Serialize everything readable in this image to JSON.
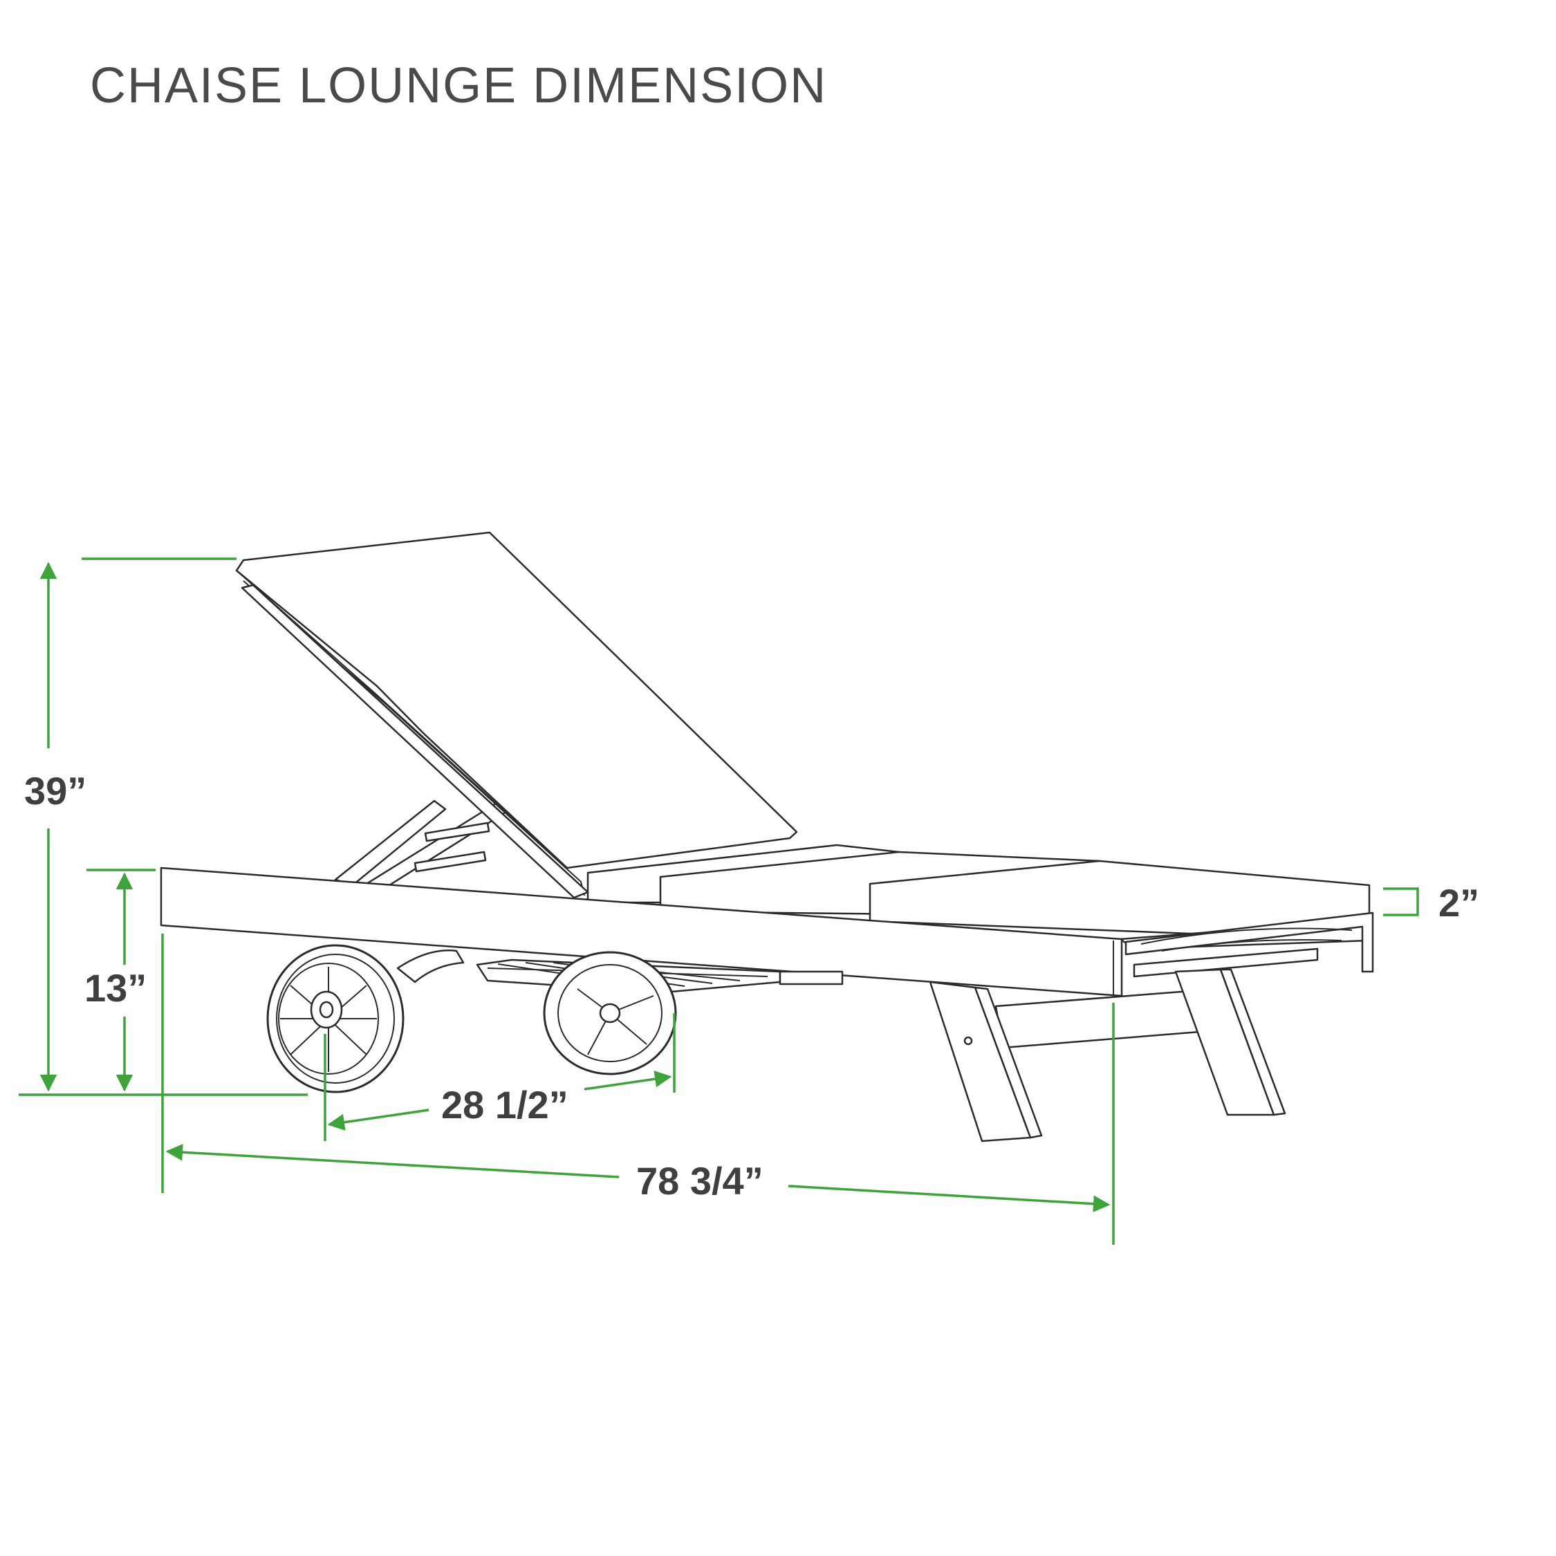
{
  "title": "CHAISE LOUNGE DIMENSION",
  "colors": {
    "dimension_line": "#3ea33a",
    "drawing_line": "#2b2b2b",
    "text": "#3f3f3f",
    "background": "#ffffff"
  },
  "dimensions": {
    "overall_height": "39”",
    "seat_height": "13”",
    "cushion_thickness": "2”",
    "wheelbase": "28 1/2”",
    "overall_length": "78 3/4”"
  }
}
